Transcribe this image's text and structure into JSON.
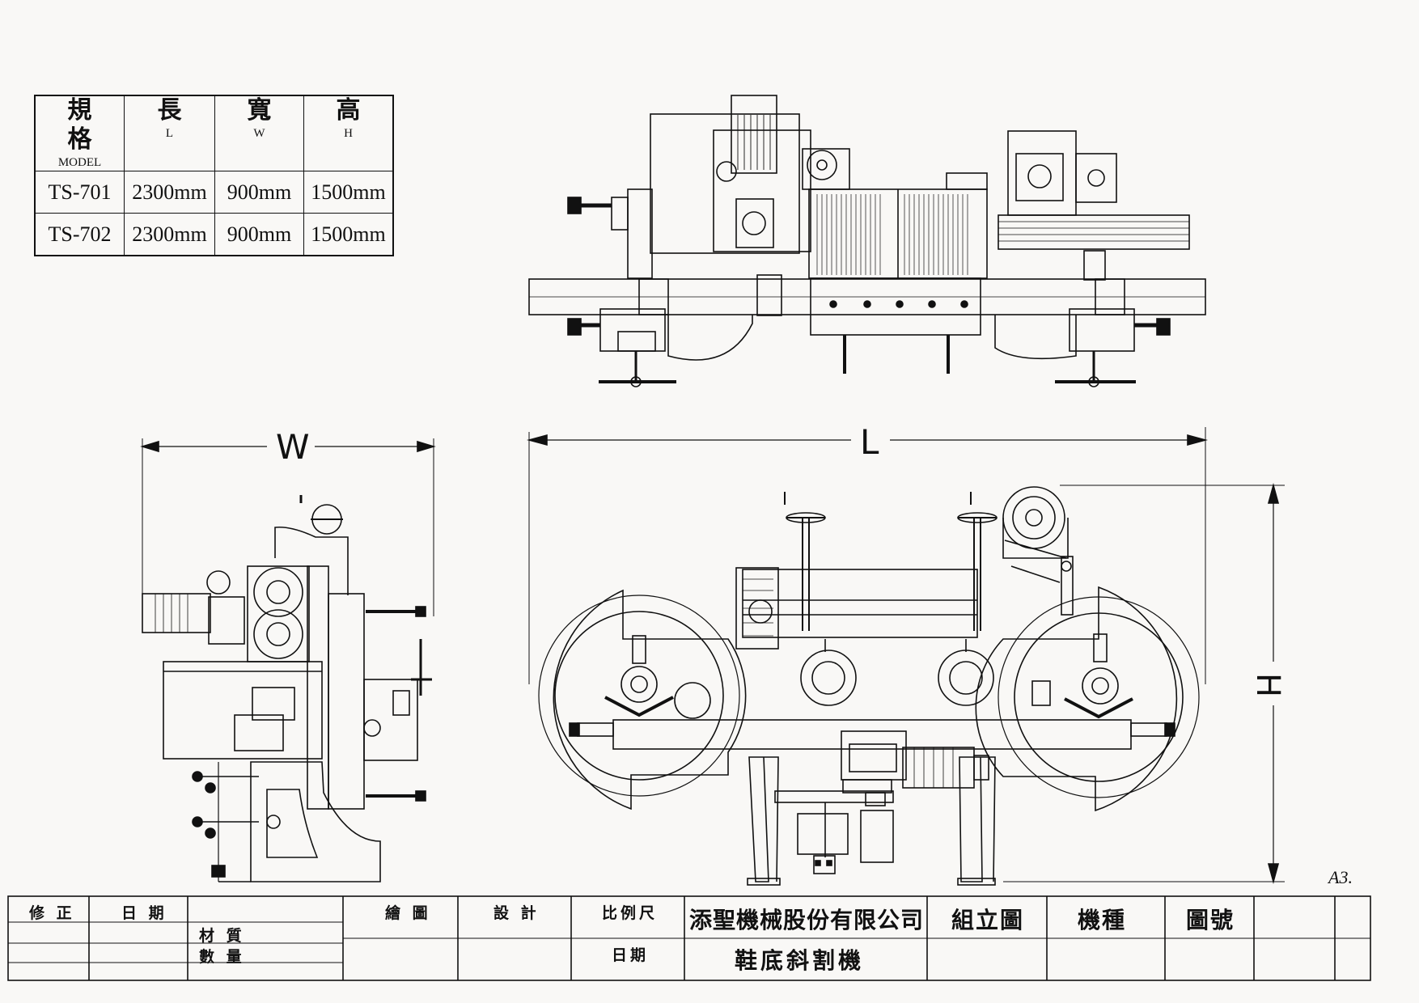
{
  "spec_table": {
    "header": {
      "model_cn": "規 格",
      "model_en": "MODEL",
      "length_cn": "長",
      "length_en": "L",
      "width_cn": "寬",
      "width_en": "W",
      "height_cn": "高",
      "height_en": "H"
    },
    "rows": [
      {
        "model": "TS-701",
        "length": "2300mm",
        "width": "900mm",
        "height": "1500mm"
      },
      {
        "model": "TS-702",
        "length": "2300mm",
        "width": "900mm",
        "height": "1500mm"
      }
    ]
  },
  "dimensions": {
    "w_label": "W",
    "l_label": "L",
    "h_label": "H"
  },
  "sheet_size": "A3.",
  "title_block": {
    "revision": "修 正",
    "date": "日 期",
    "material": "材 質",
    "quantity": "數 量",
    "drawn_by": "繪 圖",
    "designed_by": "設 計",
    "scale": "比例尺",
    "date2": "日期",
    "company": "添聖機械股份有限公司",
    "drawing_type": "組立圖",
    "machine_type": "機種",
    "drawing_number": "圖號",
    "product_name": "鞋底斜割機"
  },
  "colors": {
    "line": "#111111",
    "paper": "#f9f8f6"
  }
}
